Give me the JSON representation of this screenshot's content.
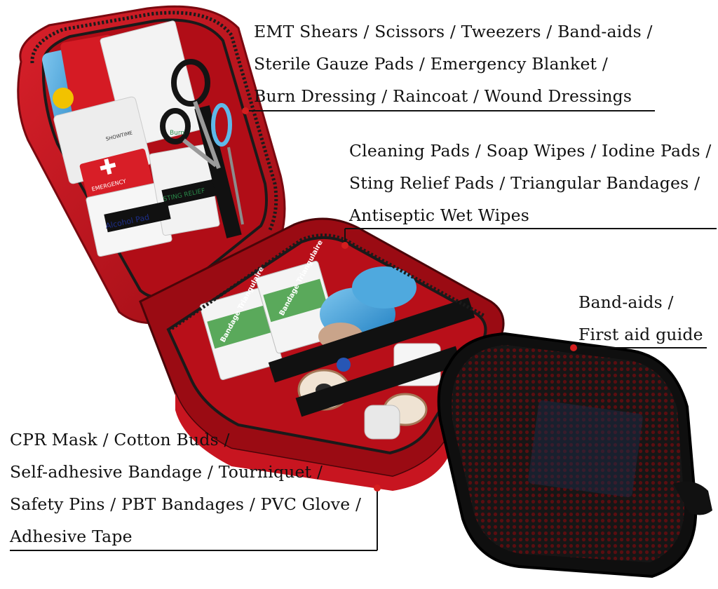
{
  "callouts": [
    {
      "lines": [
        "EMT Shears / Scissors / Tweezers / Band-aids /",
        "Sterile Gauze Pads / Emergency Blanket /",
        "Burn Dressing / Raincoat / Wound Dressings"
      ]
    },
    {
      "lines": [
        "Cleaning Pads / Soap Wipes / Iodine Pads /",
        "Sting Relief Pads / Triangular Bandages /",
        "Antiseptic Wet Wipes"
      ]
    },
    {
      "lines": [
        "Band-aids /",
        "First aid guide"
      ]
    },
    {
      "lines": [
        "CPR Mask / Cotton Buds /",
        "Self-adhesive Bandage / Tourniquet /",
        "Safety Pins / PBT Bandages / PVC Glove /",
        "Adhesive Tape"
      ]
    }
  ],
  "product_labels": {
    "bandage_1": "Bandage Triangulaire",
    "bandage_2": "Bandage Triangulaire",
    "alcohol": "Alcohol Pad",
    "sting": "STING RELIEF",
    "emergency": "EMERGENCY",
    "showtime": "SHOWTIME",
    "burn": "Burn"
  },
  "colors": {
    "bag_red": "#c8141e",
    "bag_dark": "#8e0b12",
    "lining": "#b10d17",
    "strap": "#111111",
    "mesh": "#1a1a1a",
    "dot": "#d41e1e",
    "line": "#111111"
  }
}
